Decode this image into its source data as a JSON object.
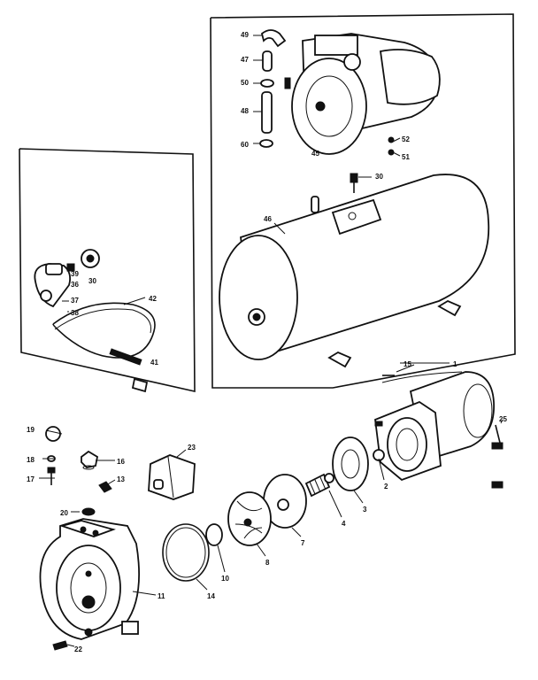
{
  "diagram": {
    "labels": [
      {
        "id": "p1",
        "text": "1"
      },
      {
        "id": "p2",
        "text": "2"
      },
      {
        "id": "p3",
        "text": "3"
      },
      {
        "id": "p4",
        "text": "4"
      },
      {
        "id": "p7",
        "text": "7"
      },
      {
        "id": "p8",
        "text": "8"
      },
      {
        "id": "p10",
        "text": "10"
      },
      {
        "id": "p11",
        "text": "11"
      },
      {
        "id": "p13",
        "text": "13"
      },
      {
        "id": "p14",
        "text": "14"
      },
      {
        "id": "p15",
        "text": "15"
      },
      {
        "id": "p16",
        "text": "16"
      },
      {
        "id": "p17",
        "text": "17"
      },
      {
        "id": "p18",
        "text": "18"
      },
      {
        "id": "p19",
        "text": "19"
      },
      {
        "id": "p20",
        "text": "20"
      },
      {
        "id": "p22",
        "text": "22"
      },
      {
        "id": "p23",
        "text": "23"
      },
      {
        "id": "p25",
        "text": "25"
      },
      {
        "id": "p30a",
        "text": "30"
      },
      {
        "id": "p30b",
        "text": "30"
      },
      {
        "id": "p36",
        "text": "36"
      },
      {
        "id": "p37",
        "text": "37"
      },
      {
        "id": "p38",
        "text": "38"
      },
      {
        "id": "p39",
        "text": "39"
      },
      {
        "id": "p41",
        "text": "41"
      },
      {
        "id": "p42",
        "text": "42"
      },
      {
        "id": "p45",
        "text": "45"
      },
      {
        "id": "p46",
        "text": "46"
      },
      {
        "id": "p47",
        "text": "47"
      },
      {
        "id": "p48",
        "text": "48"
      },
      {
        "id": "p49",
        "text": "49"
      },
      {
        "id": "p50",
        "text": "50"
      },
      {
        "id": "p51",
        "text": "51"
      },
      {
        "id": "p52",
        "text": "52"
      },
      {
        "id": "p60",
        "text": "60"
      }
    ]
  }
}
